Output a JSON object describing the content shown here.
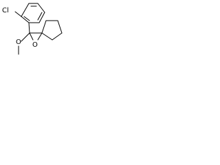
{
  "molecule": {
    "atoms": {
      "chlorine": "Cl",
      "methoxy": "O",
      "epoxide_oxygen": "O"
    },
    "line_color": "#000000",
    "background": "#ffffff"
  }
}
